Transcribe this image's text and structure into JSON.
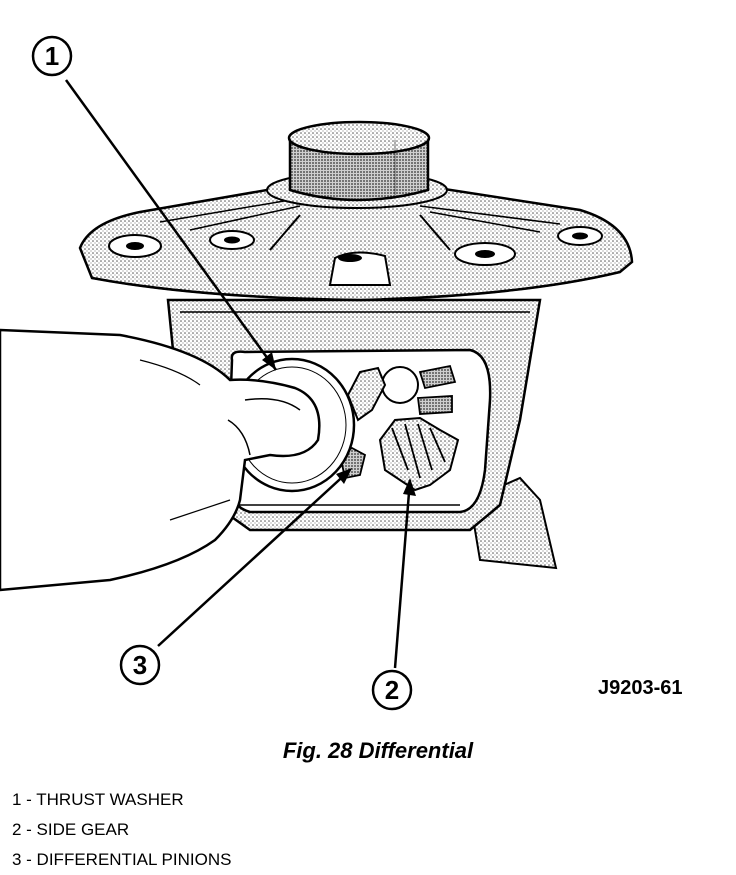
{
  "figure": {
    "caption": "Fig. 28 Differential",
    "figure_id": "J9203-61"
  },
  "callouts": [
    {
      "number": "1"
    },
    {
      "number": "2"
    },
    {
      "number": "3"
    }
  ],
  "legend": [
    {
      "number": "1",
      "label": "1 - THRUST WASHER"
    },
    {
      "number": "2",
      "label": "2 - SIDE GEAR"
    },
    {
      "number": "3",
      "label": "3 - DIFFERENTIAL PINIONS"
    }
  ]
}
